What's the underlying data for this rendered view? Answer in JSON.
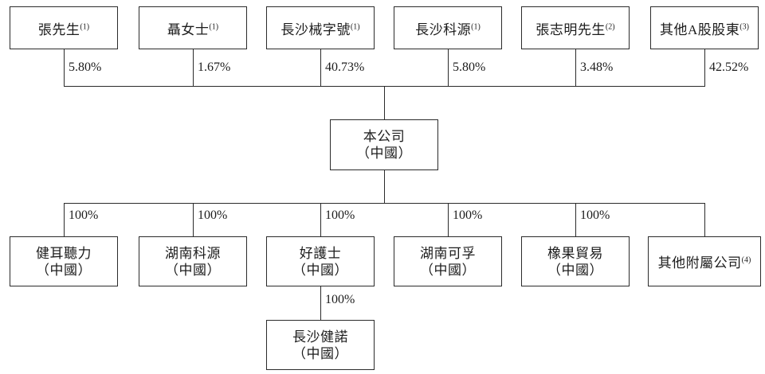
{
  "colors": {
    "line": "#2b2b2b",
    "text": "#1c1c1c",
    "background": "#ffffff"
  },
  "diagram": {
    "company": {
      "name": "本公司",
      "country": "（中國）"
    },
    "shareholders": [
      {
        "name": "張先生",
        "footnote": "(1)",
        "percentage": "5.80%"
      },
      {
        "name": "聶女士",
        "footnote": "(1)",
        "percentage": "1.67%"
      },
      {
        "name": "長沙械字號",
        "footnote": "(1)",
        "percentage": "40.73%"
      },
      {
        "name": "長沙科源",
        "footnote": "(1)",
        "percentage": "5.80%"
      },
      {
        "name": "張志明先生",
        "footnote": "(2)",
        "percentage": "3.48%"
      },
      {
        "name": "其他A股股東",
        "footnote": "(3)",
        "percentage": "42.52%"
      }
    ],
    "subsidiaries": [
      {
        "name": "健耳聽力",
        "country": "（中國）",
        "percentage": "100%"
      },
      {
        "name": "湖南科源",
        "country": "（中國）",
        "percentage": "100%"
      },
      {
        "name": "好護士",
        "country": "（中國）",
        "percentage": "100%"
      },
      {
        "name": "湖南可孚",
        "country": "（中國）",
        "percentage": "100%"
      },
      {
        "name": "橡果貿易",
        "country": "（中國）",
        "percentage": "100%"
      },
      {
        "name": "其他附屬公司",
        "footnote": "(4)"
      }
    ],
    "second_level_subsidiary": {
      "name": "長沙健諾",
      "country": "（中國）",
      "percentage": "100%"
    }
  }
}
